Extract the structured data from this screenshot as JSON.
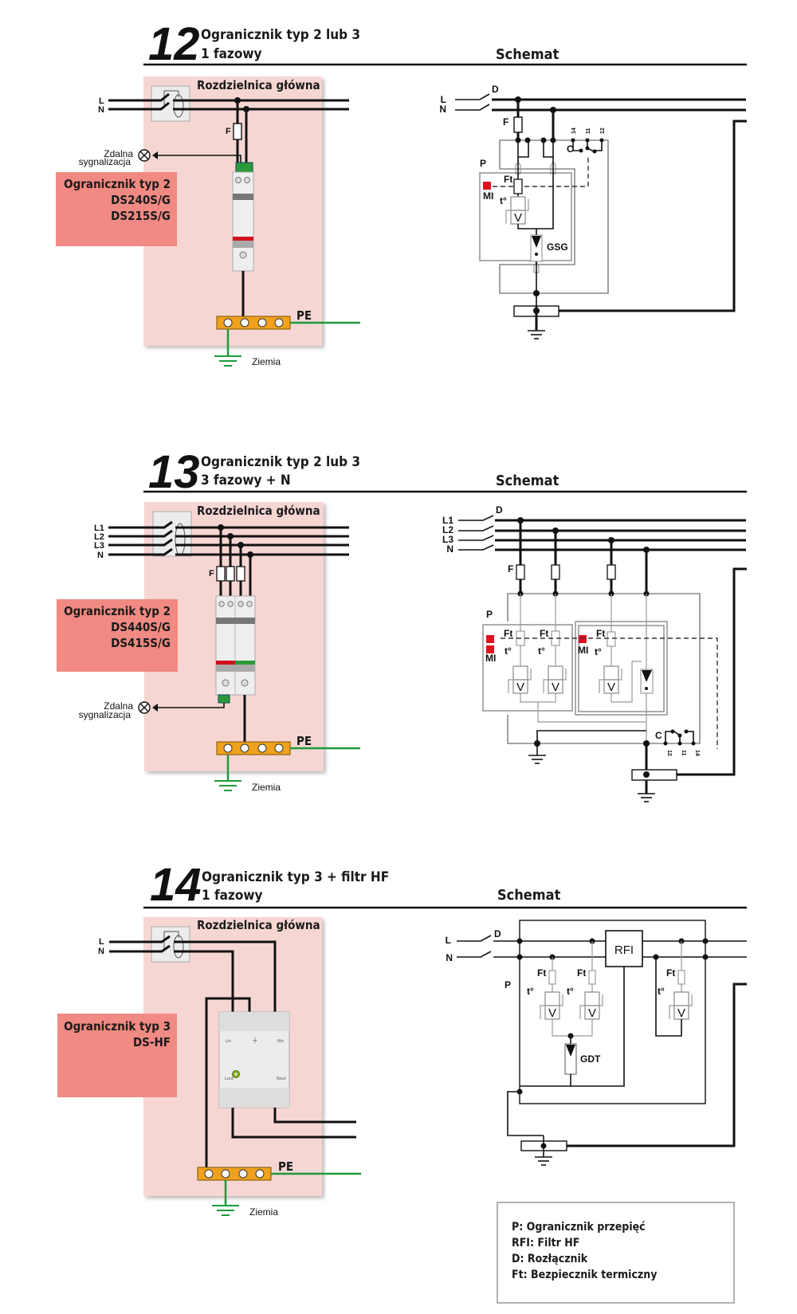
{
  "sections": [
    {
      "number": "12",
      "title_line1": "Ogranicznik typ 2 lub 3",
      "title_line2": "1  fazowy",
      "schema_label": "Schemat",
      "panel_title": "Rozdzielnica główna",
      "line_labels": [
        "L",
        "N"
      ],
      "remote_signal": [
        "Zdalna",
        "sygnalizacja"
      ],
      "product_box": [
        "Ogranicznik typ 2",
        "DS240S/G",
        "DS215S/G"
      ],
      "fuse_label": "F",
      "pe_label": "PE",
      "earth_label": "Ziemia",
      "schematic": {
        "D": "D",
        "F": "F",
        "P": "P",
        "Ft": "Ft",
        "MI": "MI",
        "t": "t°",
        "V": "V",
        "GSG": "GSG",
        "C": "C",
        "contacts": [
          "14",
          "11",
          "12"
        ],
        "line_labels": [
          "L",
          "N"
        ]
      }
    },
    {
      "number": "13",
      "title_line1": "Ogranicznik typ 2 lub 3",
      "title_line2": "3  fazowy + N",
      "schema_label": "Schemat",
      "panel_title": "Rozdzielnica główna",
      "line_labels": [
        "L1",
        "L2",
        "L3",
        "N"
      ],
      "remote_signal": [
        "Zdalna",
        "sygnalizacja"
      ],
      "product_box": [
        "Ogranicznik typ 2",
        "DS440S/G",
        "DS415S/G"
      ],
      "fuse_label": "F",
      "pe_label": "PE",
      "earth_label": "Ziemia",
      "schematic": {
        "D": "D",
        "F": "F",
        "P": "P",
        "Ft": "Ft",
        "MI": "MI",
        "t": "t°",
        "V": "V",
        "C": "C",
        "contacts": [
          "12",
          "11",
          "14"
        ],
        "line_labels": [
          "L1",
          "L2",
          "L3",
          "N"
        ]
      }
    },
    {
      "number": "14",
      "title_line1": "Ogranicznik typ 3 + filtr HF",
      "title_line2": "1 fazowy",
      "schema_label": "Schemat",
      "panel_title": "Rozdzielnica główna",
      "line_labels": [
        "L",
        "N"
      ],
      "product_box": [
        "Ogranicznik typ 3",
        "DS-HF"
      ],
      "pe_label": "PE",
      "earth_label": "Ziemia",
      "schematic": {
        "D": "D",
        "P": "P",
        "Ft": "Ft",
        "t": "t°",
        "V": "V",
        "RFI": "RFI",
        "GDT": "GDT",
        "line_labels": [
          "L",
          "N"
        ]
      }
    }
  ],
  "legend": [
    "P: Ogranicznik przepięć",
    "RFI: Filtr HF",
    "D: Rozłącznik",
    "Ft: Bezpiecznik termiczny"
  ],
  "colors": {
    "panel": "#f6d6d3",
    "product_box": "#f08a82",
    "pe_bar": "#f0a21e",
    "earth_wire": "#1f9a3a",
    "indicator": "#e0101e"
  }
}
